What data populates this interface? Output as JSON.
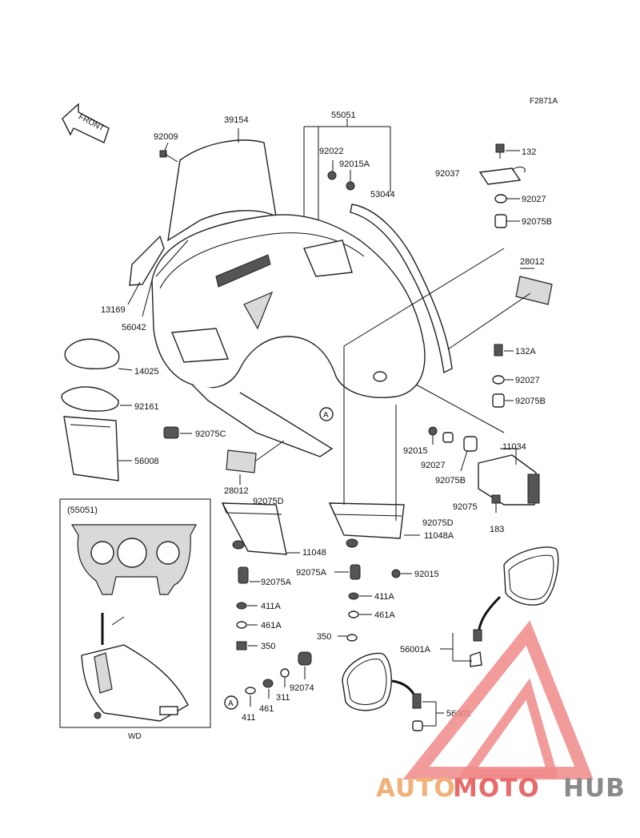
{
  "diagram": {
    "code": "F2871A",
    "front_label": "FRONT",
    "inset_title": "(55051)",
    "inset_caption": "WD",
    "callout_A": "A"
  },
  "labels": {
    "p39154": "39154",
    "p55051": "55051",
    "p92009": "92009",
    "p92022": "92022",
    "p92015A": "92015A",
    "p53044": "53044",
    "p132": "132",
    "p92037": "92037",
    "p92027_a": "92027",
    "p92075B_a": "92075B",
    "p28012_a": "28012",
    "p13169": "13169",
    "p56042": "56042",
    "p14025": "14025",
    "p92161": "92161",
    "p92075C": "92075C",
    "p56008": "56008",
    "p132A": "132A",
    "p92027_b": "92027",
    "p92075B_b": "92075B",
    "p92015_a": "92015",
    "p92027_c": "92027",
    "p92075B_c": "92075B",
    "p11034": "11034",
    "p92075": "92075",
    "p183": "183",
    "p28012_b": "28012",
    "p92075D_a": "92075D",
    "p92075D_b": "92075D",
    "p11048A": "11048A",
    "p11048": "11048",
    "p92075A_a": "92075A",
    "p92075A_b": "92075A",
    "p92015_b": "92015",
    "p411A_a": "411A",
    "p411A_b": "411A",
    "p461A_a": "461A",
    "p461A_b": "461A",
    "p350_a": "350",
    "p350_b": "350",
    "p56001A": "56001A",
    "p56001": "56001",
    "p92074": "92074",
    "p311": "311",
    "p461": "461",
    "p411": "411"
  },
  "watermark": {
    "part1": "AUTO",
    "part2": "MOTO",
    "part3": "HUB",
    "color_orange": "#f2b07a",
    "color_red": "#e86a6a",
    "color_gray": "#8a8a8a"
  }
}
